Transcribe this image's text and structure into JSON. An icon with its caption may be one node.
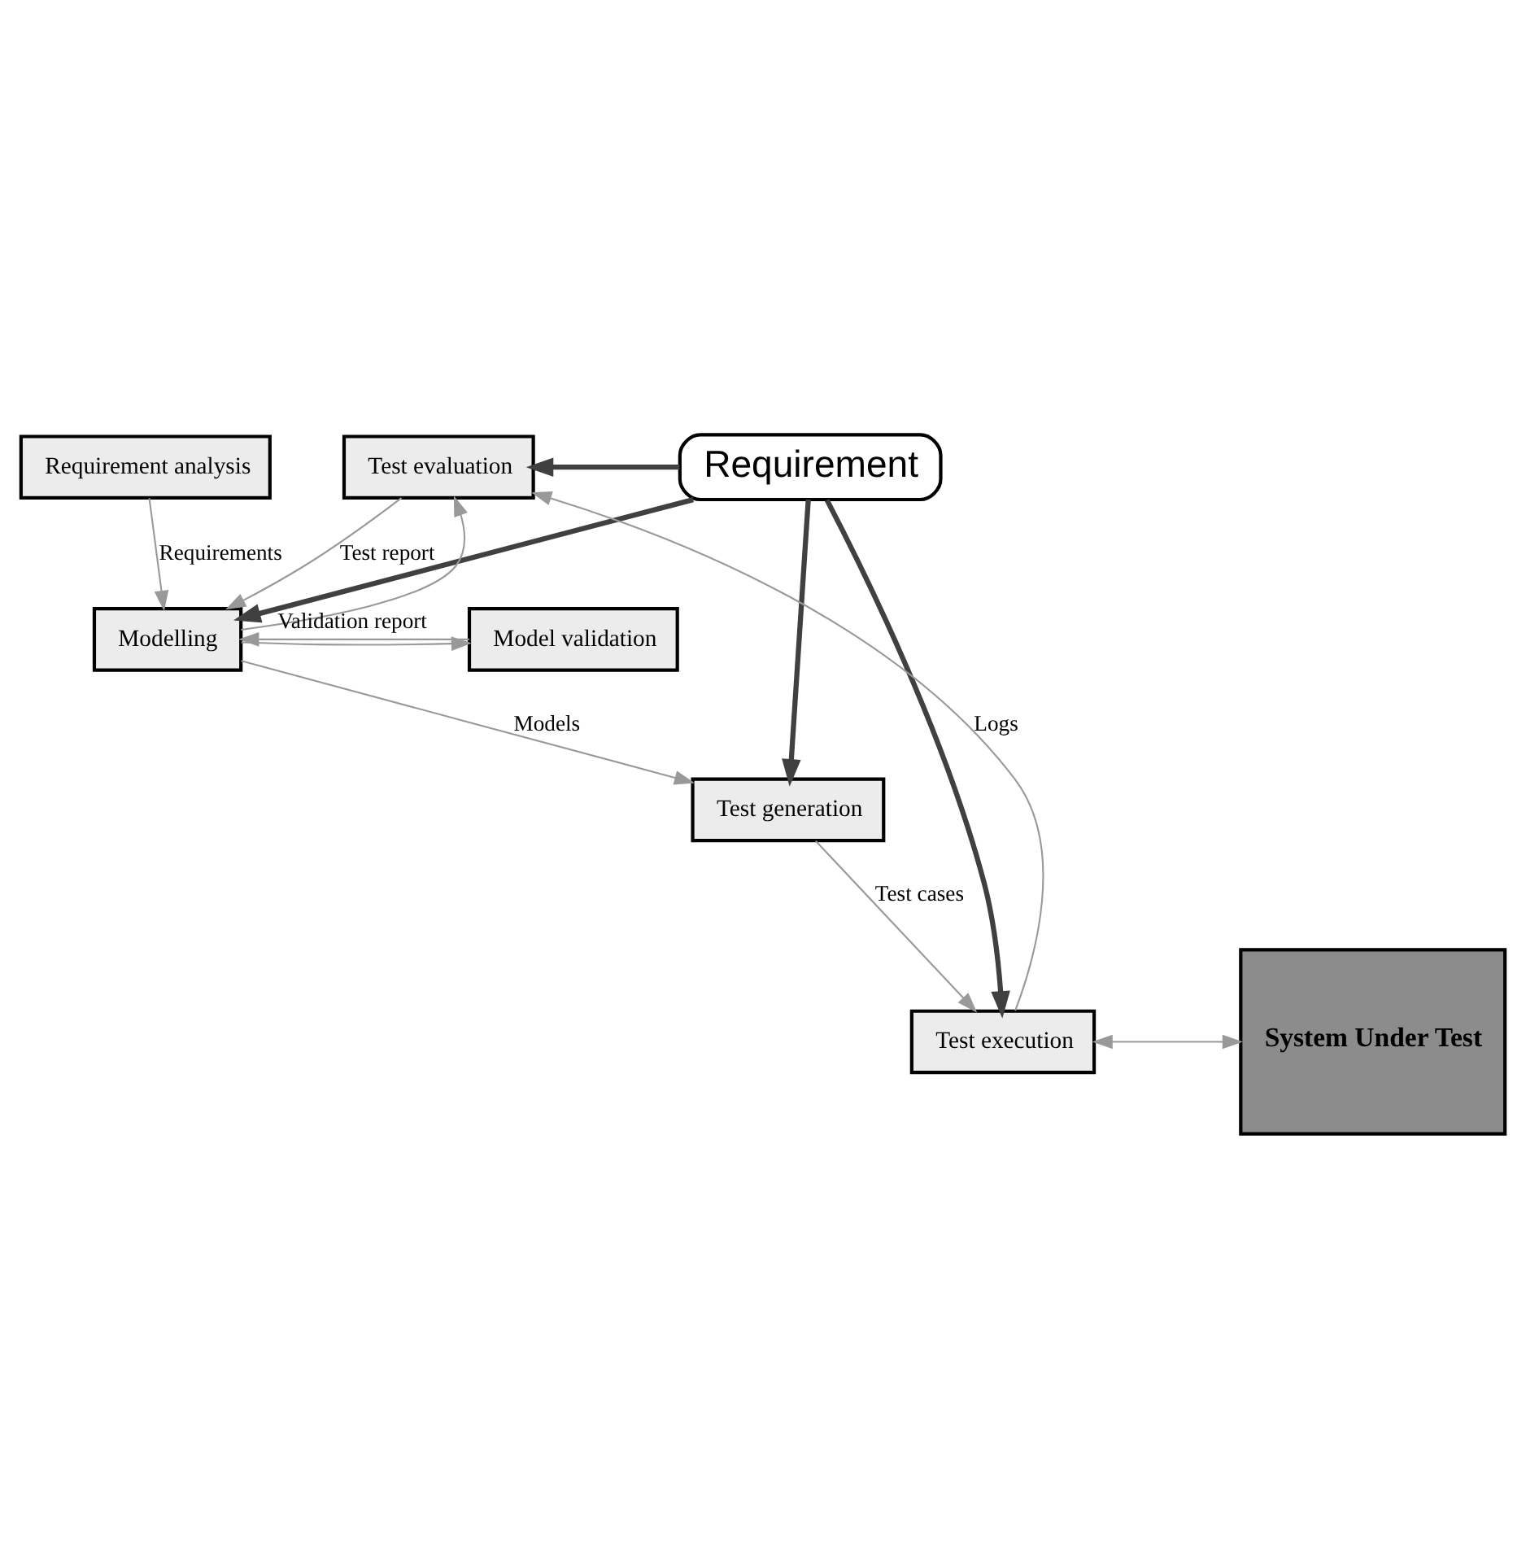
{
  "diagram": {
    "nodes": [
      {
        "text": [
          "Requirement"
        ]
      },
      {
        "text": [
          "Requirement analysis"
        ]
      },
      {
        "text": [
          "Modelling"
        ]
      },
      {
        "text": [
          "Model validation"
        ]
      },
      {
        "text": [
          "Test evaluation"
        ]
      },
      {
        "text": [
          "Test generation"
        ]
      },
      {
        "text": [
          "Test execution"
        ]
      },
      {
        "text": [
          "System Under Test"
        ]
      }
    ],
    "edges": [
      {
        "from": 0,
        "to": 4,
        "arrow": "to",
        "style": "thick",
        "color": "#404040"
      },
      {
        "from": 0,
        "to": 6,
        "arrow": "to",
        "style": "thick",
        "color": "#404040"
      },
      {
        "from": 0,
        "to": 5,
        "arrow": "to",
        "style": "thick",
        "color": "#404040"
      },
      {
        "from": 0,
        "to": 2,
        "arrow": "to",
        "style": "thick",
        "color": "#404040"
      },
      {
        "from": 1,
        "to": 2,
        "arrow": "to",
        "label": "Requirements"
      },
      {
        "from": 3,
        "to": 2,
        "arrow": "to",
        "label": "Validation report"
      },
      {
        "from": 4,
        "to": 2,
        "arrow": "to",
        "label": "Test report"
      },
      {
        "from": 2,
        "to": 4,
        "arrow": "to"
      },
      {
        "from": 2,
        "to": 5,
        "arrow": "to",
        "label": "Models"
      },
      {
        "from": 2,
        "to": 3,
        "arrow": "to"
      },
      {
        "from": 5,
        "to": 6,
        "arrow": "to",
        "label": "Test cases"
      },
      {
        "from": 6,
        "to": 4,
        "arrow": "to",
        "label": "Logs"
      },
      {
        "from": 6,
        "to": 7,
        "arrow": "both"
      }
    ]
  }
}
